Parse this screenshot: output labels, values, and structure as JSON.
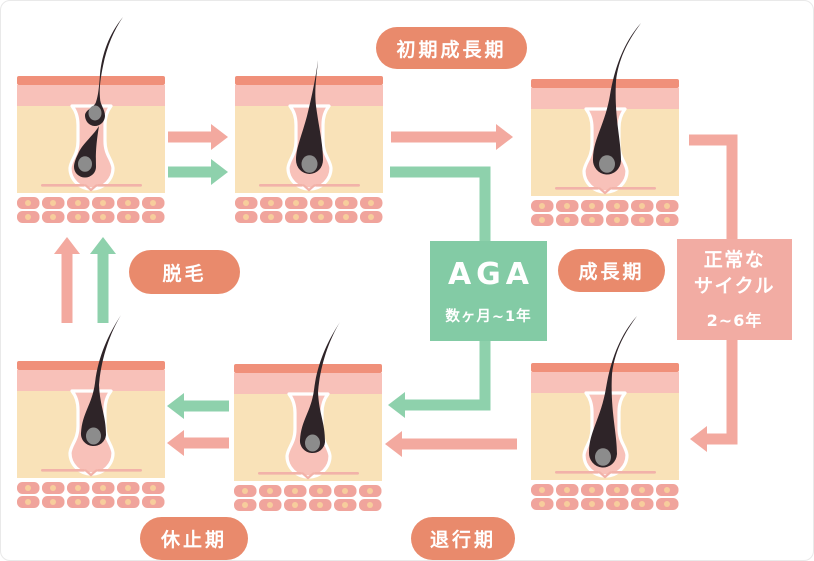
{
  "labels": {
    "early_growth": "初期成長期",
    "shedding": "脱毛",
    "growth": "成長期",
    "telogen": "休止期",
    "catagen": "退行期"
  },
  "aga_box": {
    "title": "AGA",
    "duration": "数ヶ月~1年"
  },
  "cycle_box": {
    "line1": "正常な",
    "line2": "サイクル",
    "duration": "2~6年"
  },
  "icons": {
    "illustrations": [
      "follicle-shedding-new-growth-illustration",
      "follicle-early-growth-illustration",
      "follicle-growth-illustration",
      "follicle-telogen-illustration",
      "follicle-catagen-illustration",
      "follicle-early-catagen-illustration"
    ],
    "arrows": [
      "arrow-shedding-to-early-pink",
      "arrow-shedding-to-early-green",
      "arrow-early-to-growth-pink",
      "arrow-aga-path-green",
      "arrow-normal-cycle-pink",
      "arrow-growth-to-catagen-pink",
      "arrow-catagen-to-telogen-green",
      "arrow-catagen-to-telogen-pink",
      "arrow-telogen-to-shedding-pink",
      "arrow-telogen-to-shedding-green"
    ]
  },
  "colors": {
    "coral": "#e98a6c",
    "pink_arrow": "#f3a99f",
    "green_arrow": "#8ed1ac",
    "green_box": "#83cba5",
    "pink_box": "#f2aca3",
    "skin_top": "#f0907a",
    "skin_epidermis": "#f8c1b9",
    "skin_dermis": "#f9e2b8",
    "follicle_line": "#f2b2a9",
    "fat_cell": "#f0a49c",
    "fat_dot": "#f7cd9c",
    "hair": "#2e2428",
    "papilla": "#8c8c8c",
    "canvas_border": "#e9e9e9"
  }
}
